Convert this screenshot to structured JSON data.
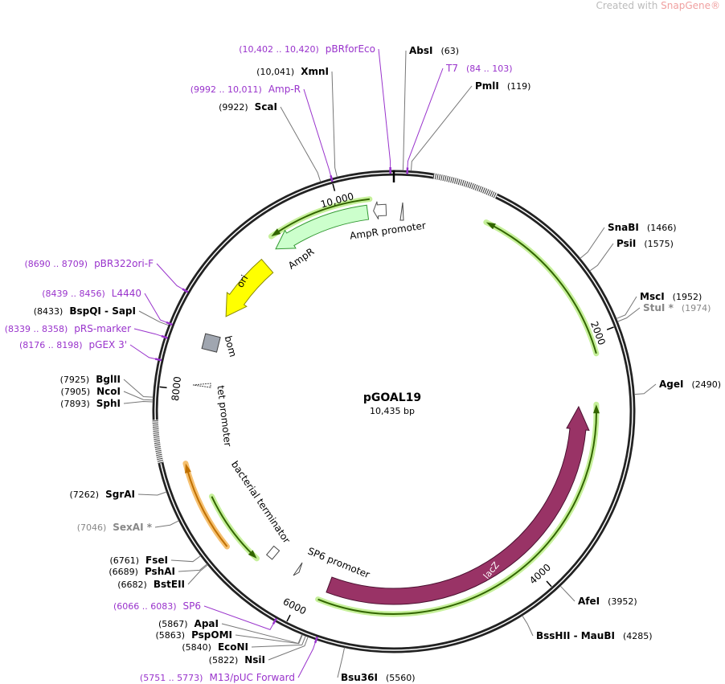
{
  "watermark": {
    "prefix": "Created with ",
    "brand": "SnapGene®"
  },
  "plasmid": {
    "name": "pGOAL19",
    "length_label": "10,435 bp",
    "length_bp": 10435
  },
  "ticks": [
    {
      "bp": 2000,
      "label": "2000"
    },
    {
      "bp": 4000,
      "label": "4000"
    },
    {
      "bp": 6000,
      "label": "6000"
    },
    {
      "bp": 8000,
      "label": "8000"
    },
    {
      "bp": 10000,
      "label": "10,000"
    }
  ],
  "sites": [
    {
      "name": "AbsI",
      "pos": "(63)",
      "bp": 63,
      "kind": "enzyme"
    },
    {
      "name": "T7",
      "pos": "(84 .. 103)",
      "bp": 93,
      "kind": "primer"
    },
    {
      "name": "PmlI",
      "pos": "(119)",
      "bp": 119,
      "kind": "enzyme"
    },
    {
      "name": "SnaBI",
      "pos": "(1466)",
      "bp": 1466,
      "kind": "enzyme"
    },
    {
      "name": "PsiI",
      "pos": "(1575)",
      "bp": 1575,
      "kind": "enzyme"
    },
    {
      "name": "MscI",
      "pos": "(1952)",
      "bp": 1952,
      "kind": "enzyme"
    },
    {
      "name": "StuI *",
      "pos": "(1974)",
      "bp": 1974,
      "kind": "nonunique"
    },
    {
      "name": "AgeI",
      "pos": "(2490)",
      "bp": 2490,
      "kind": "enzyme"
    },
    {
      "name": "AfeI",
      "pos": "(3952)",
      "bp": 3952,
      "kind": "enzyme"
    },
    {
      "name": "BssHII - MauBI",
      "pos": "(4285)",
      "bp": 4285,
      "kind": "enzyme"
    },
    {
      "name": "Bsu36I",
      "pos": "(5560)",
      "bp": 5560,
      "kind": "enzyme"
    },
    {
      "name": "M13/pUC Forward",
      "pos": "(5751 .. 5773)",
      "bp": 5762,
      "kind": "primer"
    },
    {
      "name": "NsiI",
      "pos": "(5822)",
      "bp": 5822,
      "kind": "enzyme"
    },
    {
      "name": "EcoNI",
      "pos": "(5840)",
      "bp": 5840,
      "kind": "enzyme"
    },
    {
      "name": "PspOMI",
      "pos": "(5863)",
      "bp": 5863,
      "kind": "enzyme"
    },
    {
      "name": "ApaI",
      "pos": "(5867)",
      "bp": 5867,
      "kind": "enzyme"
    },
    {
      "name": "SP6",
      "pos": "(6066 .. 6083)",
      "bp": 6075,
      "kind": "primer"
    },
    {
      "name": "BstEII",
      "pos": "(6682)",
      "bp": 6682,
      "kind": "enzyme"
    },
    {
      "name": "PshAI",
      "pos": "(6689)",
      "bp": 6689,
      "kind": "enzyme"
    },
    {
      "name": "FseI",
      "pos": "(6761)",
      "bp": 6761,
      "kind": "enzyme"
    },
    {
      "name": "SexAI *",
      "pos": "(7046)",
      "bp": 7046,
      "kind": "nonunique"
    },
    {
      "name": "SgrAI",
      "pos": "(7262)",
      "bp": 7262,
      "kind": "enzyme"
    },
    {
      "name": "SphI",
      "pos": "(7893)",
      "bp": 7893,
      "kind": "enzyme"
    },
    {
      "name": "NcoI",
      "pos": "(7905)",
      "bp": 7905,
      "kind": "enzyme"
    },
    {
      "name": "BglII",
      "pos": "(7925)",
      "bp": 7925,
      "kind": "enzyme"
    },
    {
      "name": "pGEX 3'",
      "pos": "(8176 .. 8198)",
      "bp": 8187,
      "kind": "primer"
    },
    {
      "name": "pRS-marker",
      "pos": "(8339 .. 8358)",
      "bp": 8348,
      "kind": "primer"
    },
    {
      "name": "BspQI - SapI",
      "pos": "(8433)",
      "bp": 8433,
      "kind": "enzyme"
    },
    {
      "name": "L4440",
      "pos": "(8439 .. 8456)",
      "bp": 8447,
      "kind": "primer"
    },
    {
      "name": "pBR322ori-F",
      "pos": "(8690 .. 8709)",
      "bp": 8699,
      "kind": "primer"
    },
    {
      "name": "ScaI",
      "pos": "(9922)",
      "bp": 9922,
      "kind": "enzyme"
    },
    {
      "name": "Amp-R",
      "pos": "(9992 .. 10,011)",
      "bp": 10001,
      "kind": "primer"
    },
    {
      "name": "XmnI",
      "pos": "(10,041)",
      "bp": 10041,
      "kind": "enzyme"
    },
    {
      "name": "pBRforEco",
      "pos": "(10,402 .. 10,420)",
      "bp": 10411,
      "kind": "primer"
    }
  ],
  "features": [
    {
      "name": "lacZ",
      "color": "#993366"
    },
    {
      "name": "AmpR",
      "color": "#ccffcc"
    },
    {
      "name": "AmpR promoter",
      "color": "#ffffff"
    },
    {
      "name": "ori",
      "color": "#ffff00"
    },
    {
      "name": "bom",
      "color": "#a0a6b0"
    },
    {
      "name": "tet promoter",
      "color": "#ffffff"
    },
    {
      "name": "bacterial terminator",
      "color": "#ffffff"
    },
    {
      "name": "SP6 promoter",
      "color": "#ffffff"
    }
  ],
  "colors": {
    "primer": "#9933cc",
    "orf_green": "#336600",
    "orf_glow": "#c6f09a",
    "orange": "#f5c070",
    "orange_line": "#c07000"
  }
}
